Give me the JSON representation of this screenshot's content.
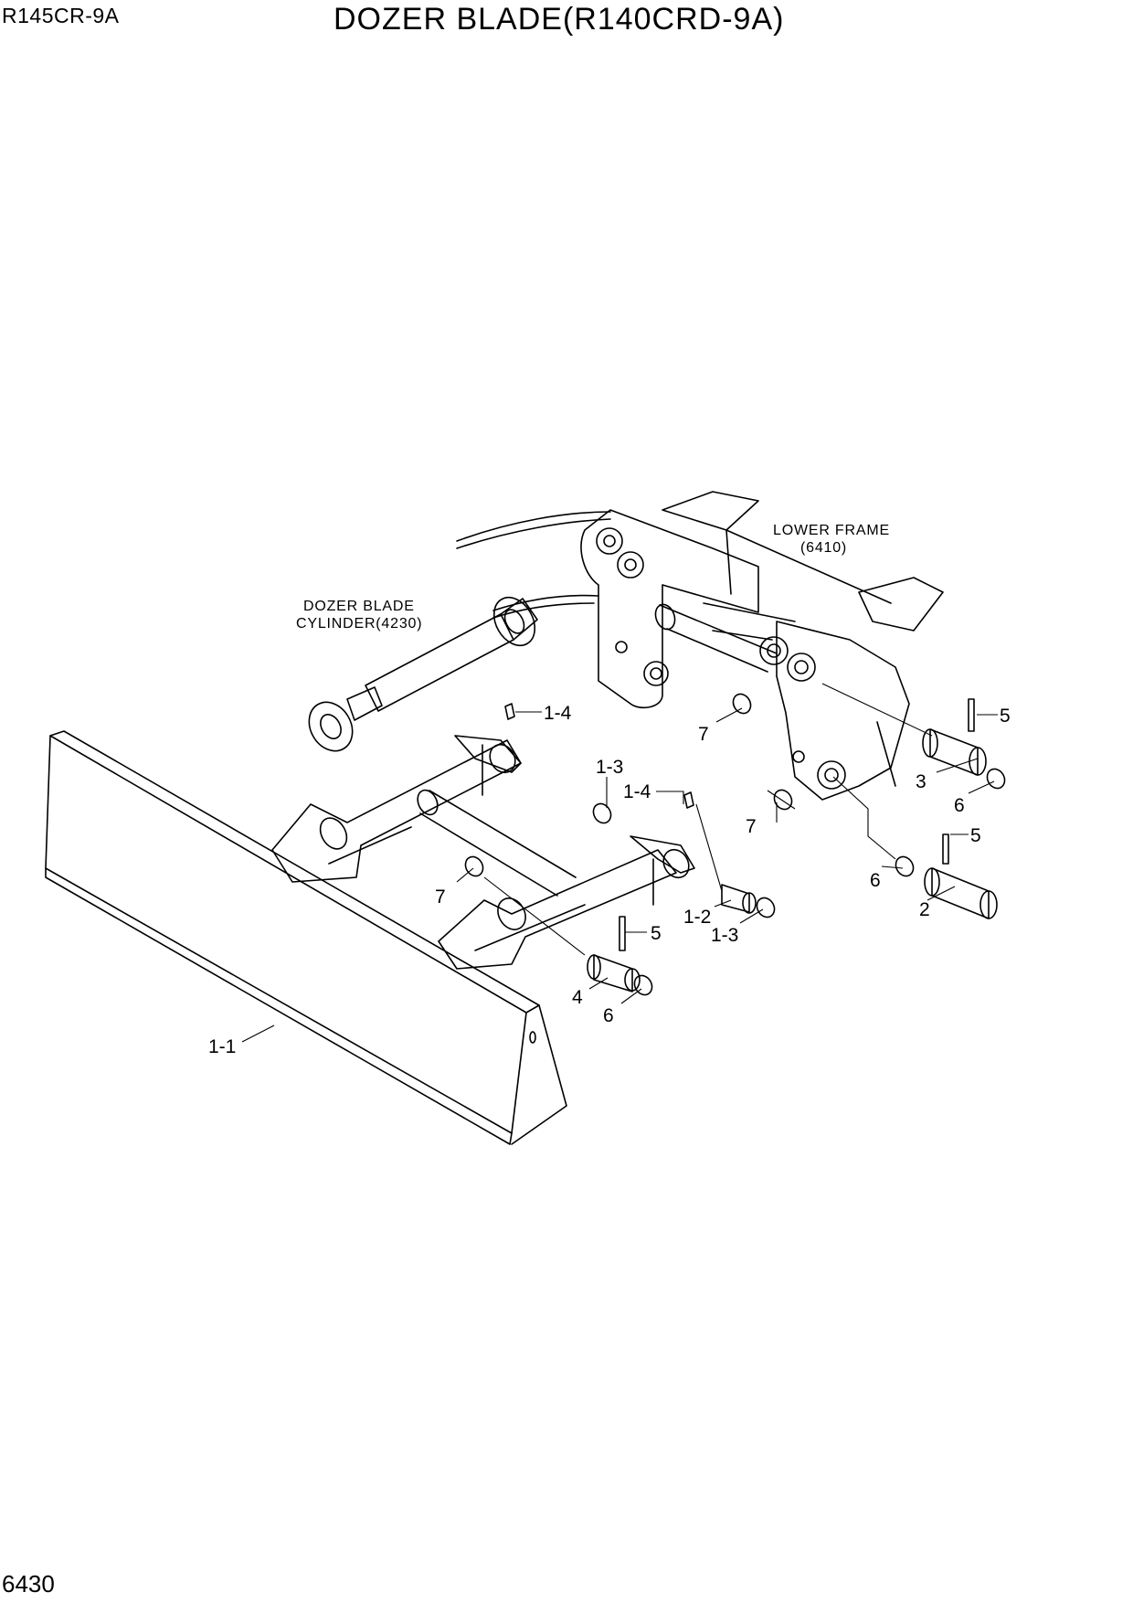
{
  "header": {
    "model": "R145CR-9A",
    "title": "DOZER BLADE(R140CRD-9A)"
  },
  "footer": {
    "page_number": "6430"
  },
  "notes": {
    "lower_frame_line1": "LOWER FRAME",
    "lower_frame_line2": "(6410)",
    "cylinder_line1": "DOZER BLADE",
    "cylinder_line2": "CYLINDER(4230)"
  },
  "callouts": {
    "c_1_4_top": "1-4",
    "c_7_frame_top": "7",
    "c_5_top": "5",
    "c_3": "3",
    "c_6_top": "6",
    "c_1_3_top": "1-3",
    "c_1_4_mid": "1-4",
    "c_7_frame_mid": "7",
    "c_5_mid": "5",
    "c_6_mid": "6",
    "c_2": "2",
    "c_7_left": "7",
    "c_1_2": "1-2",
    "c_1_3_bottom": "1-3",
    "c_5_bottom": "5",
    "c_4": "4",
    "c_6_bottom": "6",
    "c_1_1": "1-1"
  }
}
